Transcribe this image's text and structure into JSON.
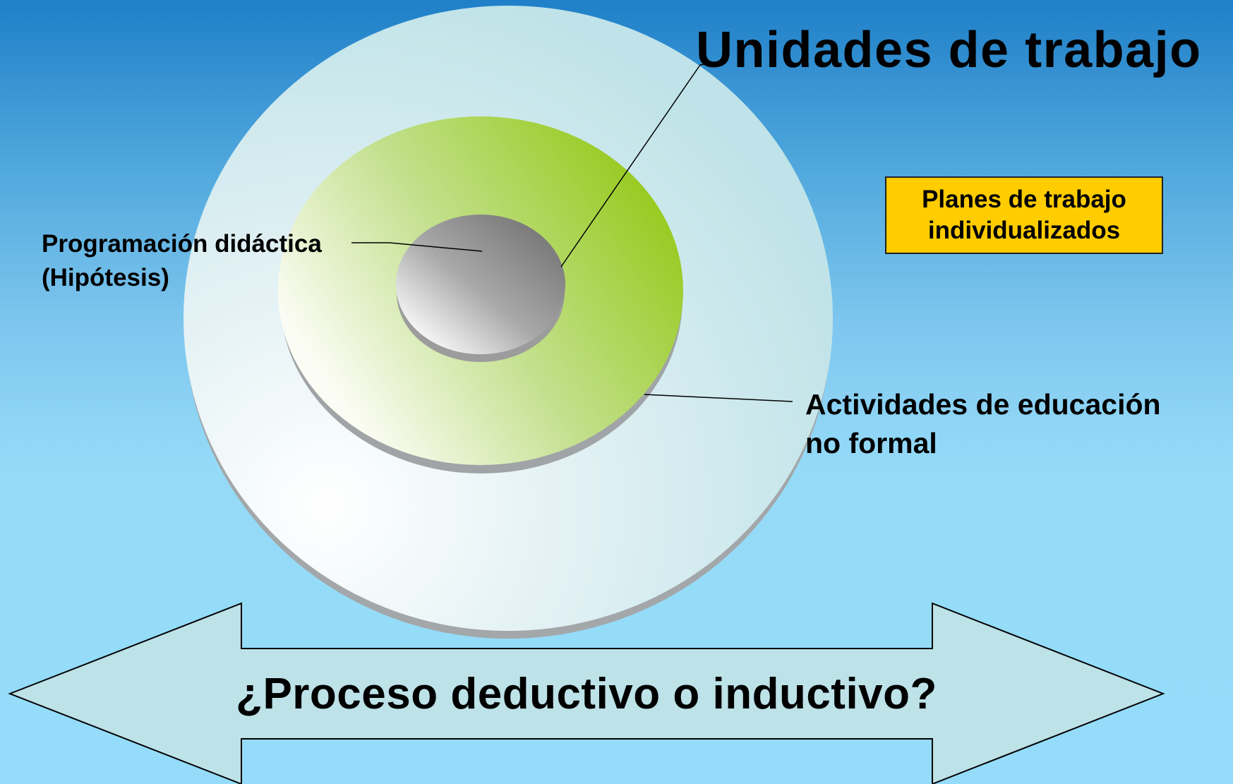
{
  "title": "Unidades de trabajo",
  "labels": {
    "programacion": [
      "Programación didáctica",
      "(Hipótesis)"
    ],
    "actividades": [
      "Actividades de educación",
      "no formal"
    ]
  },
  "planes_box": {
    "lines": [
      "Planes de trabajo",
      "individualizados"
    ],
    "fill": "#ffcc00"
  },
  "arrow": {
    "text": "¿Proceso deductivo o inductivo?",
    "fill": "#bde2e8"
  },
  "colors": {
    "background_top": "#1f7fc8",
    "background_bottom": "#94dcf9",
    "outer_circle": "#c6e6ea",
    "middle_ring": "#9fcc2e",
    "inner_disc": "#8f8f8f"
  }
}
